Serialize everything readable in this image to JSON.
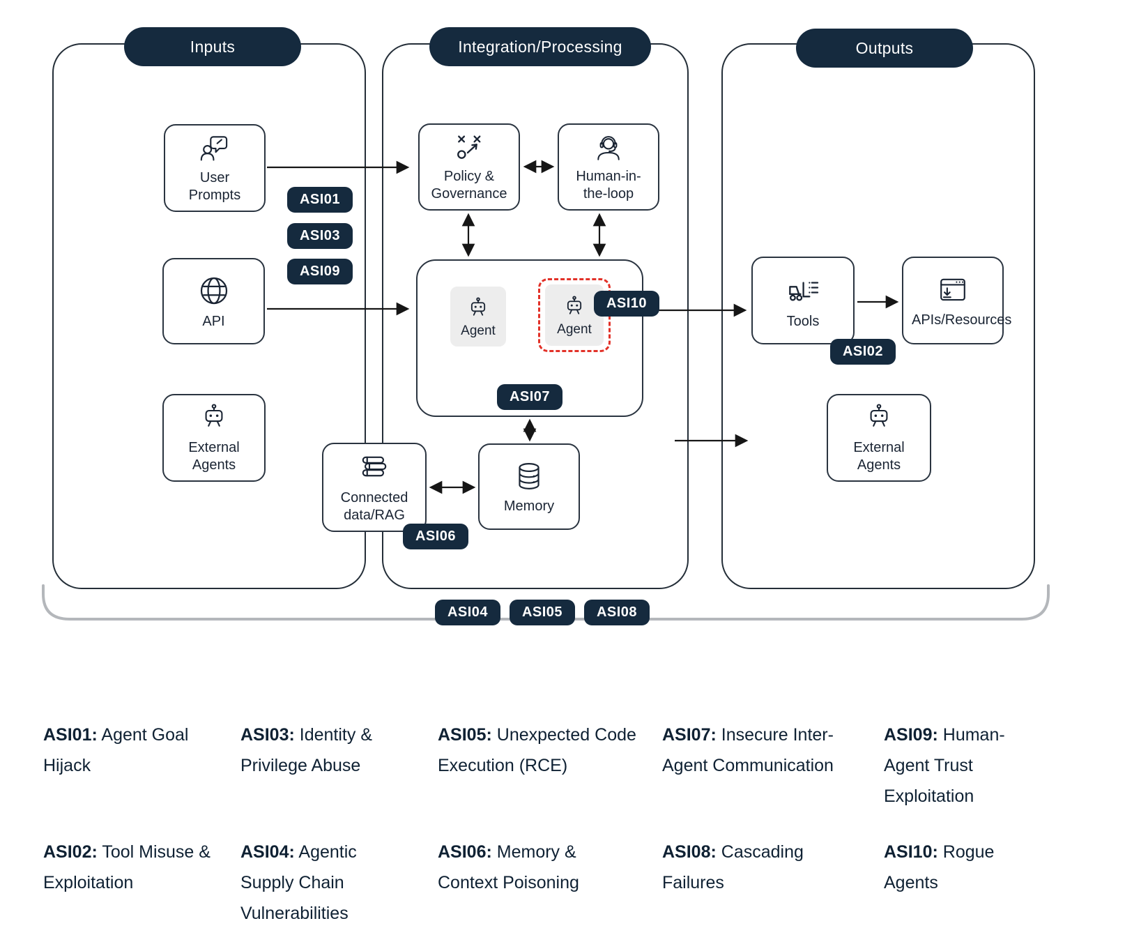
{
  "diagram": {
    "columns": {
      "inputs": "Inputs",
      "integration": "Integration/Processing",
      "outputs": "Outputs"
    },
    "nodes": {
      "user_prompts": "User Prompts",
      "api": "API",
      "external_agents_in": "External Agents",
      "policy_governance": "Policy & Governance",
      "human_in_the_loop": "Human-in-the-loop",
      "agent_left": "Agent",
      "agent_rogue": "Agent",
      "connected_data_rag": "Connected data/RAG",
      "memory": "Memory",
      "tools": "Tools",
      "apis_resources": "APIs/Resources",
      "external_agents_out": "External Agents"
    },
    "badges": {
      "asi01": "ASI01",
      "asi02": "ASI02",
      "asi03": "ASI03",
      "asi04": "ASI04",
      "asi05": "ASI05",
      "asi06": "ASI06",
      "asi07": "ASI07",
      "asi08": "ASI08",
      "asi09": "ASI09",
      "asi10": "ASI10"
    }
  },
  "legend": {
    "items": [
      {
        "id": "ASI01:",
        "desc": "Agent Goal Hijack"
      },
      {
        "id": "ASI02:",
        "desc": "Tool Misuse & Exploitation"
      },
      {
        "id": "ASI03:",
        "desc": "Identity & Privilege Abuse"
      },
      {
        "id": "ASI04:",
        "desc": "Agentic Supply Chain Vulnerabilities"
      },
      {
        "id": "ASI05:",
        "desc": "Unexpected Code Execution (RCE)"
      },
      {
        "id": "ASI06:",
        "desc": "Memory & Context Poisoning"
      },
      {
        "id": "ASI07:",
        "desc": "Insecure Inter-Agent Communication"
      },
      {
        "id": "ASI08:",
        "desc": "Cascading Failures"
      },
      {
        "id": "ASI09:",
        "desc": "Human-Agent Trust Exploitation"
      },
      {
        "id": "ASI10:",
        "desc": "Rogue Agents"
      }
    ]
  },
  "colors": {
    "navy_pill": "#152A3E",
    "box_border": "#2A3440",
    "rogue_red": "#E23128",
    "agent_tile_bg": "#EDEDED",
    "bracket_gray": "#B4B7BB",
    "arrow_black": "#161616"
  }
}
